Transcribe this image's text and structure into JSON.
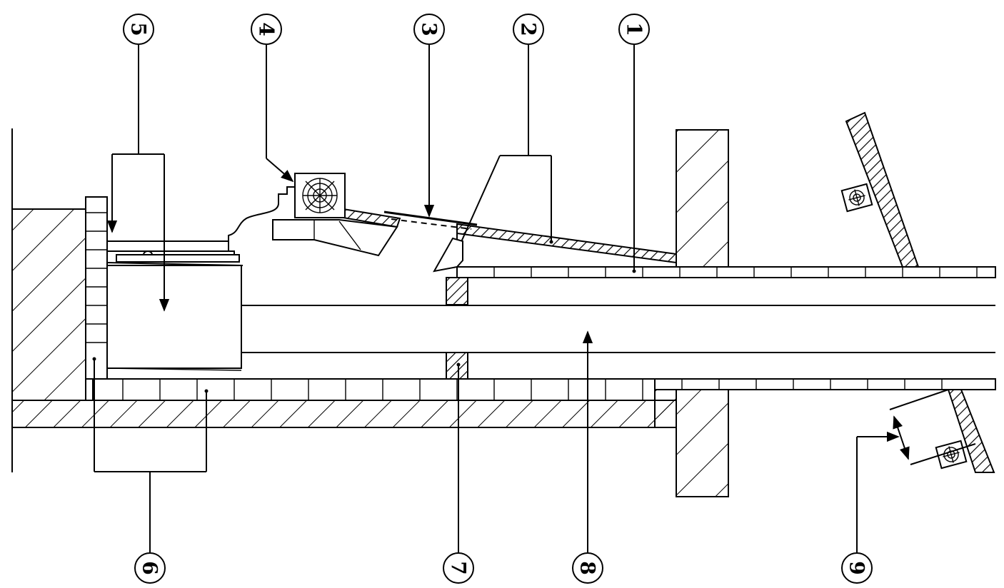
{
  "diagram": {
    "callouts": [
      {
        "id": "1",
        "label": "1"
      },
      {
        "id": "2",
        "label": "2"
      },
      {
        "id": "3",
        "label": "3"
      },
      {
        "id": "4",
        "label": "4"
      },
      {
        "id": "5",
        "label": "5"
      },
      {
        "id": "6",
        "label": "6"
      },
      {
        "id": "7",
        "label": "7"
      },
      {
        "id": "8",
        "label": "8"
      },
      {
        "id": "9",
        "label": "9"
      }
    ],
    "colors": {
      "line": "#000000",
      "background": "#ffffff"
    },
    "icons": [
      "fan-icon"
    ]
  }
}
